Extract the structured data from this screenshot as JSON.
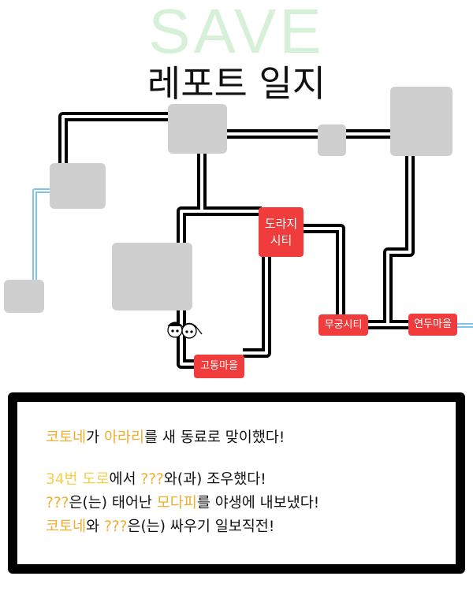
{
  "header": {
    "watermark": "SAVE",
    "title": "레포트 일지"
  },
  "map": {
    "locations": [
      {
        "id": "doraji",
        "label": "도라지\n시티"
      },
      {
        "id": "mugung",
        "label": "무궁시티"
      },
      {
        "id": "yeondu",
        "label": "연두마을"
      },
      {
        "id": "godong",
        "label": "고동마을"
      }
    ],
    "road_color": "#000000",
    "water_color": "#7cc4ec",
    "locked_area_color": "#cfcfcf",
    "town_color": "#f03c3c"
  },
  "log": {
    "line1": {
      "a": "코토네",
      "b": "가 ",
      "c": "아라리",
      "d": "를 새 동료로 맞이했다!"
    },
    "line2": {
      "a": "34번 도로",
      "b": "에서 ",
      "c": "???",
      "d": "와(과) 조우했다!"
    },
    "line3": {
      "a": "???",
      "b": "은(는) 태어난 ",
      "c": "모다피",
      "d": "를 야생에 내보냈다!"
    },
    "line4": {
      "a": "코토네",
      "b": "와 ",
      "c": "???",
      "d": "은(는) 싸우기 일보직전!"
    },
    "highlight_color": "#f0ad2e"
  }
}
